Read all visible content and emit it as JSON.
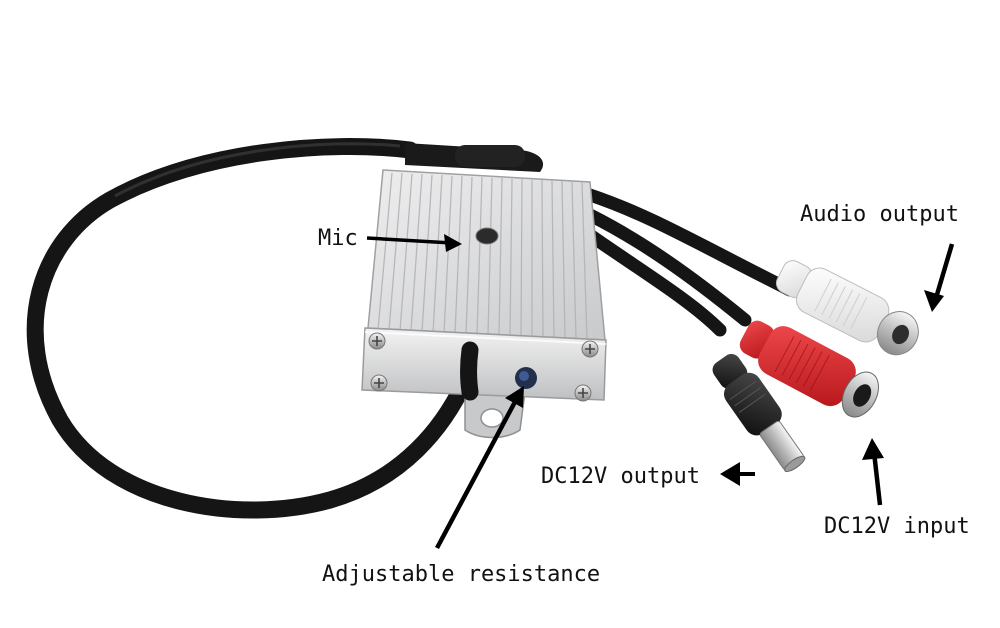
{
  "labels": {
    "mic": "Mic",
    "audio_output": "Audio output",
    "dc12v_output": "DC12V output",
    "dc12v_input": "DC12V input",
    "adjustable_resistance": "Adjustable resistance"
  },
  "colors": {
    "background": "#ffffff",
    "cable": "#151515",
    "housing": "#d9dadb",
    "rca_white": "#f1f1f1",
    "rca_red": "#d41f24",
    "arrow": "#000000"
  }
}
